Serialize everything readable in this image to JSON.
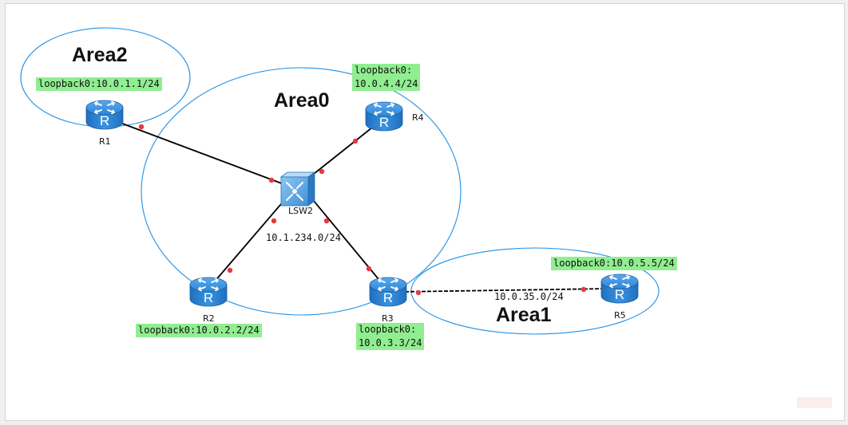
{
  "areas": {
    "area0": "Area0",
    "area1": "Area1",
    "area2": "Area2"
  },
  "devices": {
    "r1": "R1",
    "r2": "R2",
    "r3": "R3",
    "r4": "R4",
    "r5": "R5",
    "lsw2": "LSW2"
  },
  "networks": {
    "lan": "10.1.234.0/24",
    "r3_r5": "10.0.35.0/24"
  },
  "loopbacks": {
    "r1": "loopback0:10.0.1.1/24",
    "r2": "loopback0:10.0.2.2/24",
    "r4_line1": "loopback0:",
    "r4_line2": "10.0.4.4/24",
    "r3_line1": "loopback0:",
    "r3_line2": "10.0.3.3/24",
    "r5": "loopback0:10.0.5.5/24"
  },
  "colors": {
    "area_outline": "#1e90e6",
    "router_body": "#2a7fd0",
    "label_bg": "#90ee90",
    "port_dot": "#e8383d"
  }
}
